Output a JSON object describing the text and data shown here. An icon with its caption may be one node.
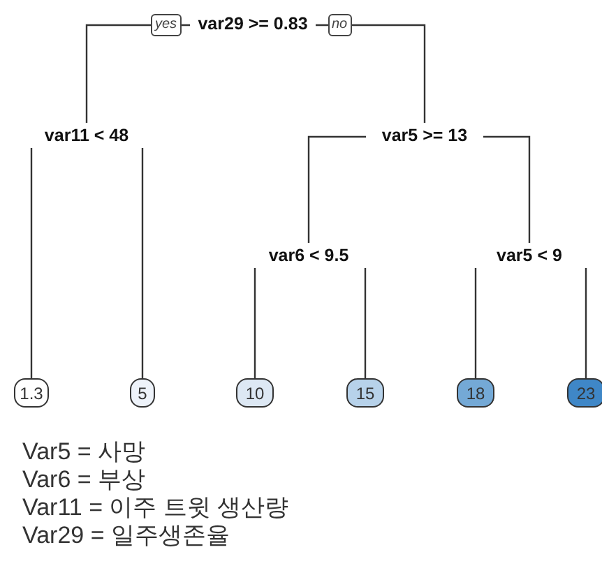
{
  "diagram": {
    "nodes": [
      {
        "text": [
          "var29 >= 0.83"
        ]
      },
      {
        "text": [
          "var11 < 48"
        ]
      },
      {
        "text": [
          "var5 >= 13"
        ]
      },
      {
        "text": [
          "var6 < 9.5"
        ]
      },
      {
        "text": [
          "var5 < 9"
        ]
      },
      {
        "text": [
          "1.3"
        ]
      },
      {
        "text": [
          "5"
        ]
      },
      {
        "text": [
          "10"
        ]
      },
      {
        "text": [
          "15"
        ]
      },
      {
        "text": [
          "18"
        ]
      },
      {
        "text": [
          "23"
        ]
      }
    ],
    "edges": [
      {
        "from": 0,
        "to": 1,
        "arrow": "none",
        "label": "yes"
      },
      {
        "from": 0,
        "to": 2,
        "arrow": "none",
        "label": "no"
      },
      {
        "from": 1,
        "to": 5,
        "arrow": "none"
      },
      {
        "from": 1,
        "to": 6,
        "arrow": "none"
      },
      {
        "from": 2,
        "to": 3,
        "arrow": "none"
      },
      {
        "from": 2,
        "to": 4,
        "arrow": "none"
      },
      {
        "from": 3,
        "to": 7,
        "arrow": "none"
      },
      {
        "from": 3,
        "to": 8,
        "arrow": "none"
      },
      {
        "from": 4,
        "to": 9,
        "arrow": "none"
      },
      {
        "from": 4,
        "to": 10,
        "arrow": "none"
      }
    ],
    "labels": [
      "Var5 = 사망",
      "Var6 = 부상",
      "Var11 = 이주 트윗 생산량",
      "Var29 = 일주생존율"
    ]
  }
}
